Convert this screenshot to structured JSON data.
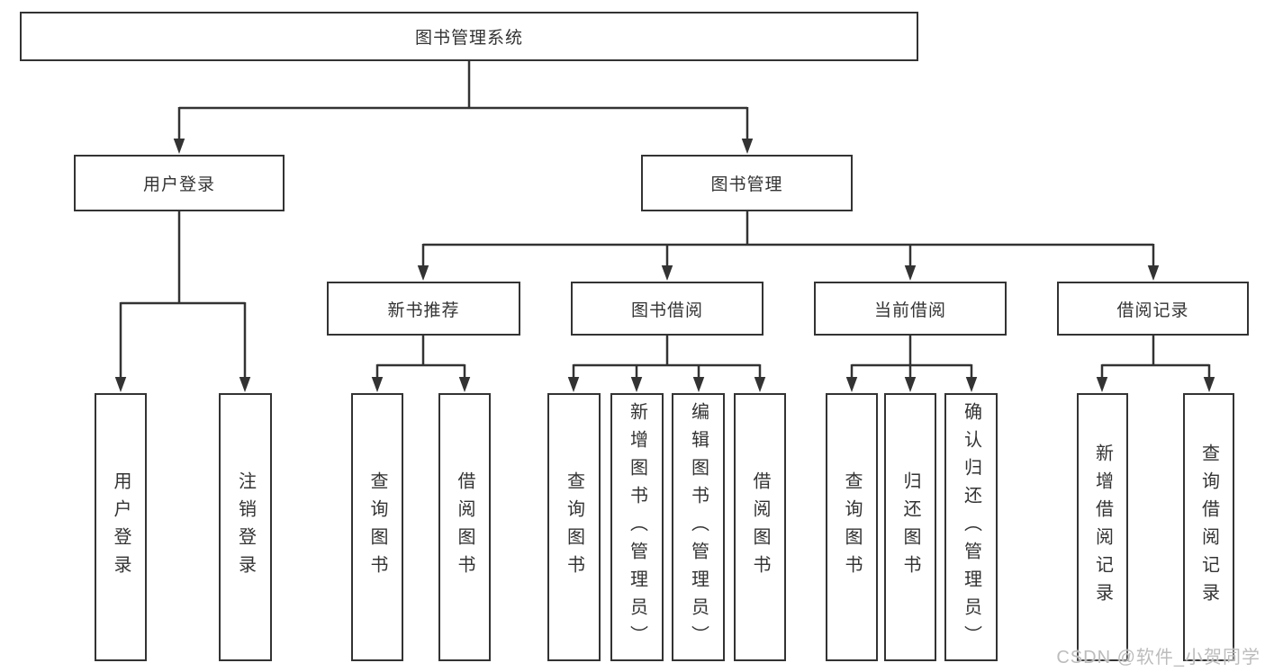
{
  "colors": {
    "line": "#333333",
    "box_border": "#333333",
    "text": "#333333",
    "background": "#ffffff",
    "watermark": "#bcbcbc"
  },
  "watermark": {
    "text": "CSDN @软件_小贺同学"
  },
  "diagram": {
    "root": {
      "label": "图书管理系统"
    },
    "level2": [
      {
        "label": "用户登录"
      },
      {
        "label": "图书管理"
      }
    ],
    "level3": [
      {
        "label": "新书推荐"
      },
      {
        "label": "图书借阅"
      },
      {
        "label": "当前借阅"
      },
      {
        "label": "借阅记录"
      }
    ],
    "leaves": {
      "user": [
        "用户登录",
        "注销登录"
      ],
      "recommend": [
        "查询图书",
        "借阅图书"
      ],
      "borrow": [
        "查询图书",
        "新增图书（管理员）",
        "编辑图书（管理员）",
        "借阅图书"
      ],
      "current": [
        "查询图书",
        "归还图书",
        "确认归还（管理员）"
      ],
      "records": [
        "新增借阅记录",
        "查询借阅记录"
      ]
    }
  }
}
